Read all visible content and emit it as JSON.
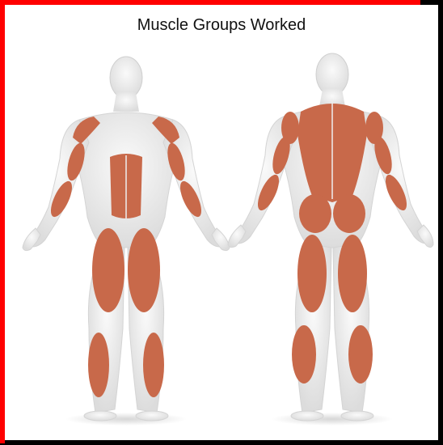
{
  "title": "Muscle Groups Worked",
  "colors": {
    "muscle": "#c8694a",
    "body": "#efefef",
    "body_shadow": "#d6d6d6",
    "border_red": "#ff0000",
    "border_black": "#000000"
  },
  "figures": [
    {
      "view": "front",
      "muscles": [
        "shoulders",
        "biceps",
        "forearms",
        "abdominals",
        "quadriceps",
        "tibialis"
      ]
    },
    {
      "view": "back",
      "muscles": [
        "upper-back",
        "rear-shoulders",
        "triceps",
        "forearms",
        "glutes",
        "hamstrings",
        "calves"
      ]
    }
  ]
}
